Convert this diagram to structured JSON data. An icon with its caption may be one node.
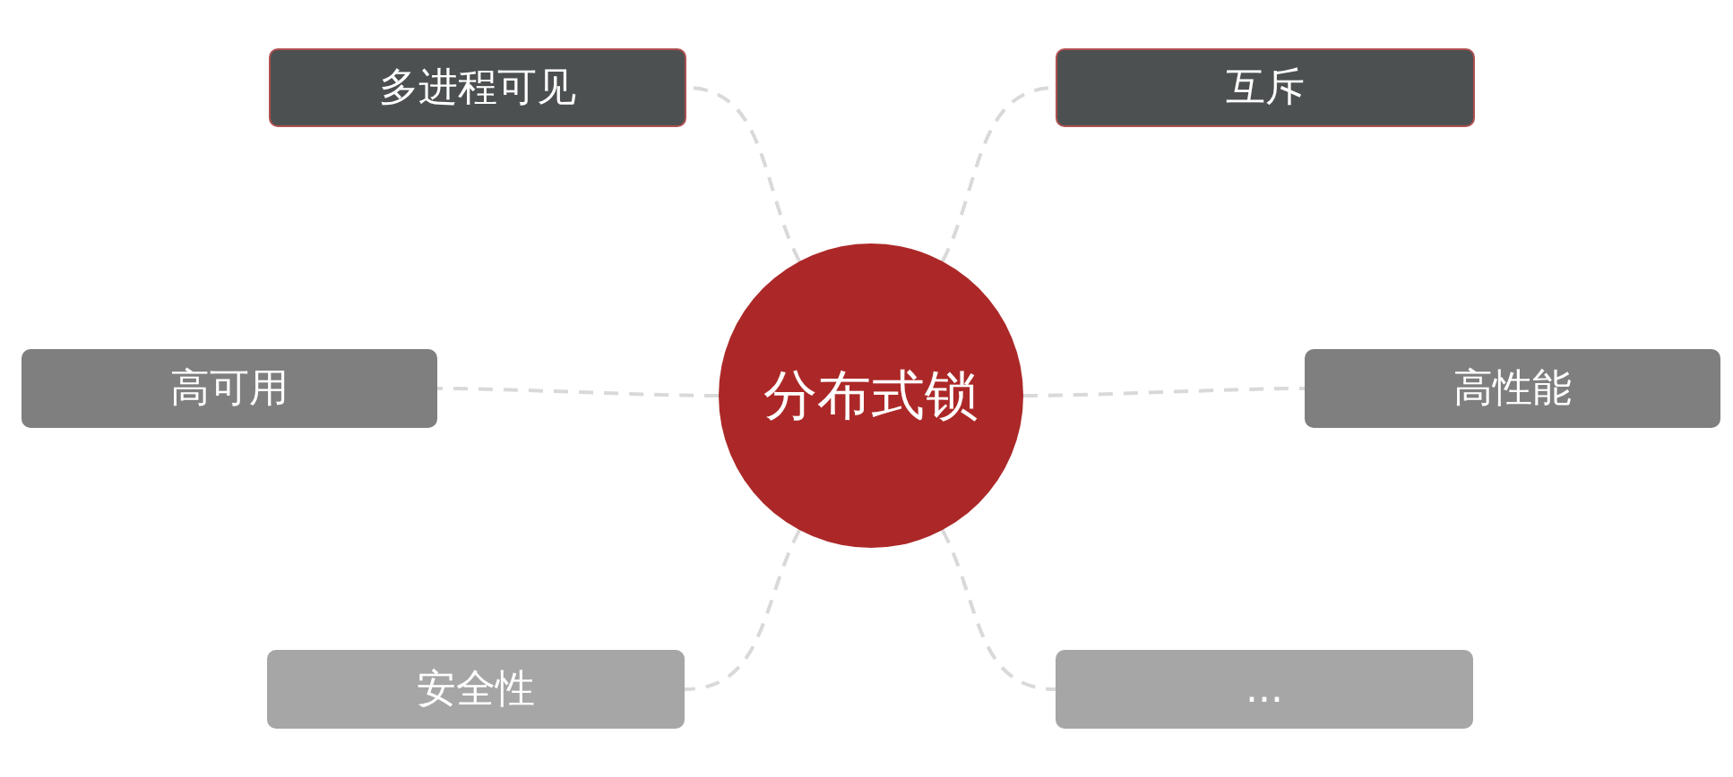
{
  "diagram": {
    "nodes": [
      {
        "text": [
          "分布式锁"
        ]
      },
      {
        "text": [
          "多进程可见"
        ]
      },
      {
        "text": [
          "互斥"
        ]
      },
      {
        "text": [
          "高可用"
        ]
      },
      {
        "text": [
          "高性能"
        ]
      },
      {
        "text": [
          "安全性"
        ]
      },
      {
        "text": [
          "..."
        ]
      }
    ],
    "edges": [
      {
        "from": 0,
        "to": 1,
        "arrow": "none",
        "style": "dashed"
      },
      {
        "from": 0,
        "to": 2,
        "arrow": "none",
        "style": "dashed"
      },
      {
        "from": 0,
        "to": 3,
        "arrow": "none",
        "style": "dashed"
      },
      {
        "from": 0,
        "to": 4,
        "arrow": "none",
        "style": "dashed"
      },
      {
        "from": 0,
        "to": 5,
        "arrow": "none",
        "style": "dashed"
      },
      {
        "from": 0,
        "to": 6,
        "arrow": "none",
        "style": "dashed"
      }
    ]
  }
}
